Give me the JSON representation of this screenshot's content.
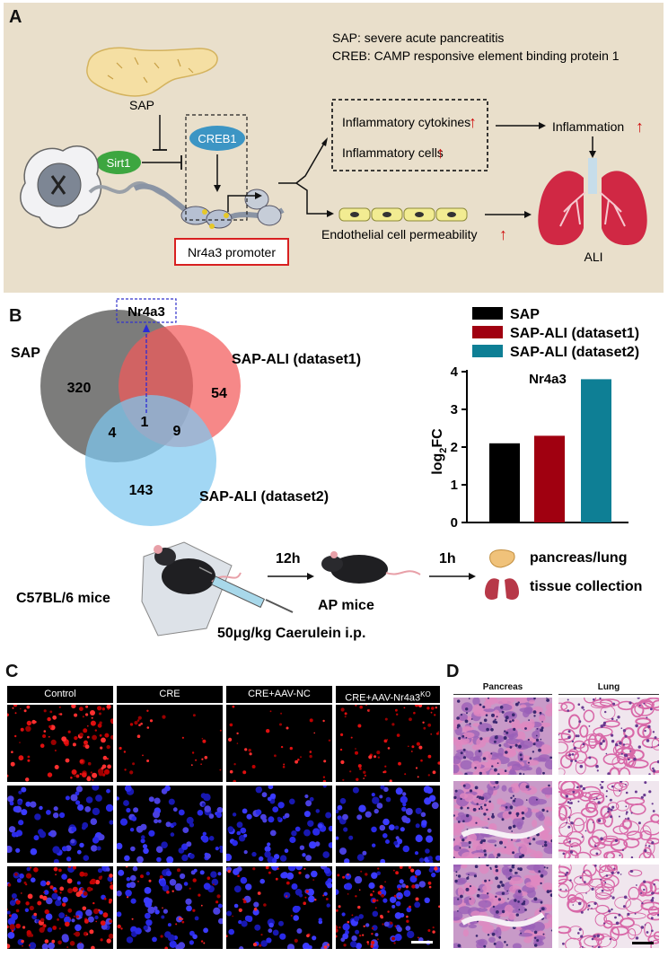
{
  "panelA": {
    "label": "A",
    "legend1": "SAP: severe acute pancreatitis",
    "legend2": "CREB: CAMP responsive element binding protein 1",
    "sap": "SAP",
    "sirt1": "Sirt1",
    "creb1": "CREB1",
    "promoter": "Nr4a3 promoter",
    "cytokines": "Inflammatory cytokines",
    "cells": "Inflammatory cells",
    "inflammation": "Inflammation",
    "endothelial": "Endothelial cell permeability",
    "ali": "ALI",
    "arrow": "↑"
  },
  "panelB": {
    "label": "B",
    "gene": "Nr4a3",
    "venn": {
      "sets": [
        "SAP",
        "SAP-ALI (dataset1)",
        "SAP-ALI (dataset2)"
      ],
      "counts": {
        "sap_only": "320",
        "d1_only": "54",
        "d2_only": "143",
        "sap_d2": "4",
        "all": "1",
        "d1_d2": "9"
      },
      "colors": [
        "#4a4a48",
        "#f25a5a",
        "#7ec8f0"
      ]
    },
    "workflow": {
      "mice": "C57BL/6 mice",
      "time1": "12h",
      "ap": "AP mice",
      "time2": "1h",
      "out1": "pancreas/lung",
      "out2": "tissue collection",
      "dose": "50μg/kg Caerulein i.p."
    }
  },
  "chart_data": {
    "type": "bar",
    "title": "Nr4a3",
    "ylabel": "log2FC",
    "categories": [
      "SAP",
      "SAP-ALI (dataset1)",
      "SAP-ALI (dataset2)"
    ],
    "values": [
      2.1,
      2.3,
      3.8
    ],
    "colors": [
      "#000000",
      "#a00010",
      "#0e7f95"
    ],
    "ylim": [
      0,
      4
    ],
    "yticks": [
      "0",
      "1",
      "2",
      "3",
      "4"
    ],
    "legend": "top",
    "grid": false
  },
  "panelC": {
    "label": "C",
    "columns": [
      "Control",
      "CRE",
      "CRE+AAV-NC",
      "CRE+AAV-Nr4a3"
    ],
    "ko_suffix": "KO"
  },
  "panelD": {
    "label": "D",
    "columns": [
      "Pancreas",
      "Lung"
    ]
  }
}
